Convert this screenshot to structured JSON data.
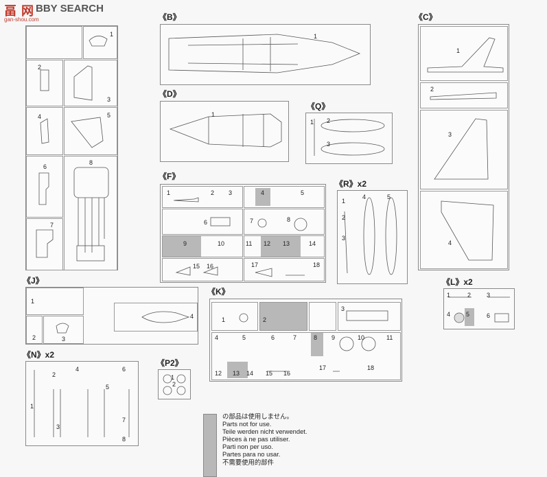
{
  "header": {
    "logo_cn": "畐 网",
    "logo_en": "BBY SEARCH",
    "logo_url": "gan-shou.com"
  },
  "sprues": {
    "B": {
      "label": "《B》",
      "parts": [
        "1"
      ]
    },
    "C": {
      "label": "《C》",
      "parts": [
        "1",
        "2",
        "3",
        "4"
      ]
    },
    "D": {
      "label": "《D》",
      "parts": [
        "1"
      ]
    },
    "Q": {
      "label": "《Q》",
      "parts": [
        "1",
        "2",
        "3"
      ]
    },
    "F": {
      "label": "《F》",
      "parts": [
        "1",
        "2",
        "3",
        "4",
        "5",
        "6",
        "7",
        "8",
        "9",
        "10",
        "11",
        "12",
        "13",
        "14",
        "15",
        "16",
        "17",
        "18"
      ]
    },
    "R": {
      "label": "《R》x2",
      "parts": [
        "1",
        "2",
        "3",
        "4",
        "5"
      ]
    },
    "J": {
      "label": "《J》",
      "parts": [
        "1",
        "2",
        "3",
        "4"
      ]
    },
    "K": {
      "label": "《K》",
      "parts": [
        "1",
        "2",
        "3",
        "4",
        "5",
        "6",
        "7",
        "8",
        "9",
        "10",
        "11",
        "12",
        "13",
        "14",
        "15",
        "16",
        "17",
        "18"
      ]
    },
    "L": {
      "label": "《L》x2",
      "parts": [
        "1",
        "2",
        "3",
        "4",
        "5",
        "6"
      ]
    },
    "N": {
      "label": "《N》x2",
      "parts": [
        "1",
        "2",
        "3",
        "4",
        "5",
        "6",
        "7",
        "8"
      ]
    },
    "P2": {
      "label": "《P2》",
      "parts": [
        "1",
        "2"
      ]
    },
    "left": {
      "parts": [
        "1",
        "2",
        "3",
        "4",
        "5",
        "6",
        "7",
        "8"
      ]
    }
  },
  "legend": [
    "の部品は使用しません。",
    "Parts not for use.",
    "Teile werden nicht verwendet.",
    "Pièces à ne pas utiliser.",
    "Parti non per uso.",
    "Partes para no usar.",
    "不需要使用的部件"
  ]
}
